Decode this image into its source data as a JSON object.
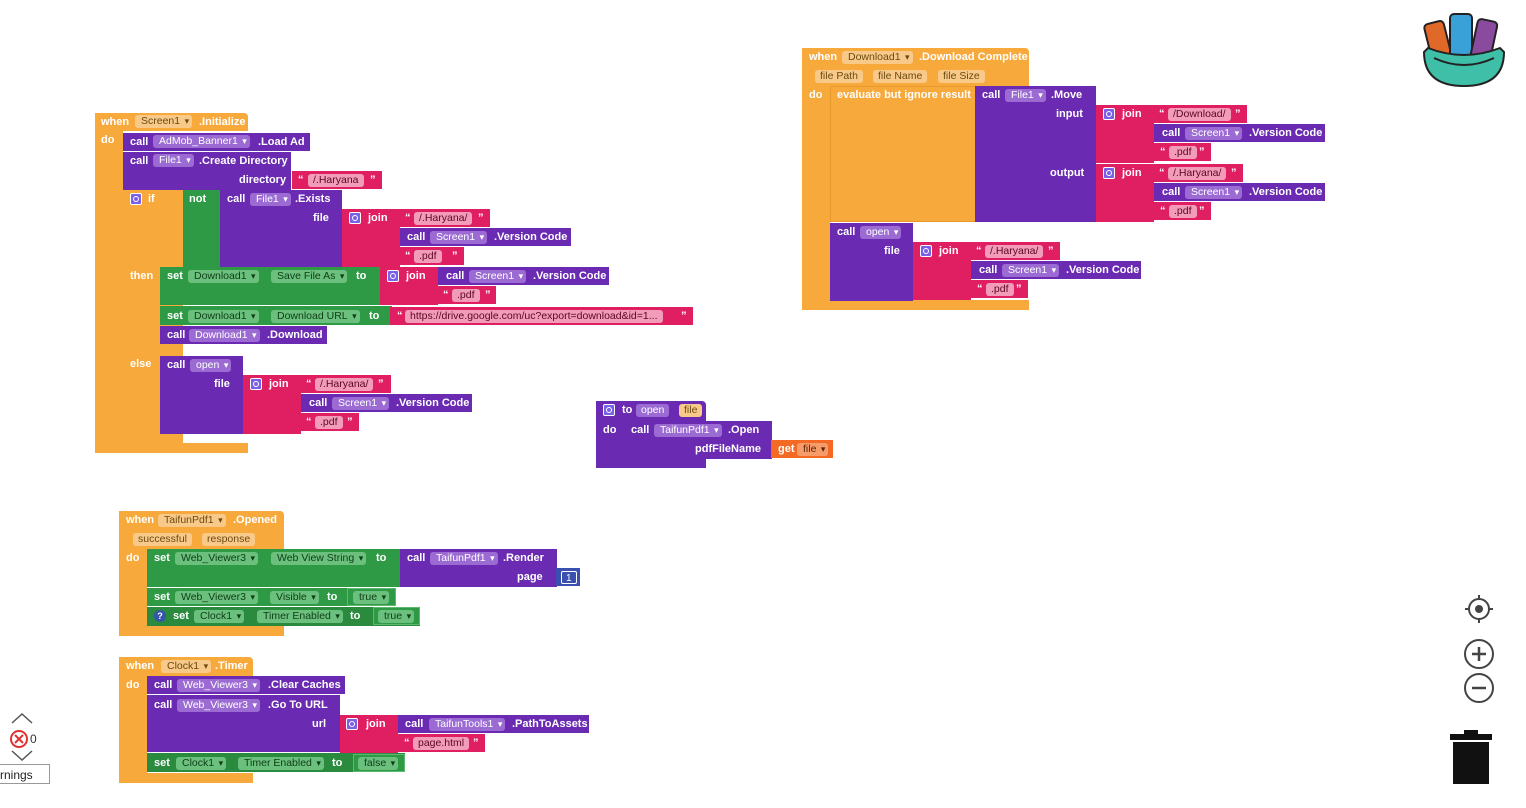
{
  "kw": {
    "when": "when",
    "do": "do",
    "call": "call",
    "set": "set",
    "to": "to",
    "if": "if",
    "not": "not",
    "then": "then",
    "else": "else",
    "join": "join",
    "get": "get",
    "true": "true",
    "false": "false",
    "evaluate": "evaluate but ignore result"
  },
  "block1": {
    "component": "Screen1",
    "event": ".Initialize",
    "admob": "AdMob_Banner1",
    "load_ad": ".Load Ad",
    "file1": "File1",
    "create_dir": ".Create Directory",
    "directory_label": "directory",
    "dir_value": "/.Haryana",
    "exists": ".Exists",
    "file_label": "file",
    "str_haryana": "/.Haryana/",
    "screen1": "Screen1",
    "version_code": ".Version Code",
    "str_pdf": ".pdf",
    "download1": "Download1",
    "save_file_as": "Save File As",
    "download_url": "Download URL",
    "url_value": "https://drive.google.com/uc?export=download&id=1...",
    "download": ".Download",
    "open": "open"
  },
  "block2": {
    "component": "Download1",
    "event": ".Download Complete",
    "params": [
      "file Path",
      "file Name",
      "file Size"
    ],
    "file1": "File1",
    "move": ".Move",
    "input_label": "input",
    "output_label": "output",
    "str_download": "/Download/",
    "str_haryana": "/.Haryana/",
    "screen1": "Screen1",
    "version_code": ".Version Code",
    "str_pdf": ".pdf",
    "open": "open",
    "file_label": "file"
  },
  "block3": {
    "proc": "open",
    "param": "file",
    "taifun": "TaifunPdf1",
    "open_method": ".Open",
    "pdf_label": "pdfFileName",
    "get_var": "file"
  },
  "block4": {
    "component": "TaifunPdf1",
    "event": ".Opened",
    "params": [
      "successful",
      "response"
    ],
    "viewer": "Web_Viewer3",
    "web_view_string": "Web View String",
    "taifun": "TaifunPdf1",
    "render": ".Render",
    "page_label": "page",
    "page_value": "1",
    "visible": "Visible",
    "clock": "Clock1",
    "timer_enabled": "Timer Enabled"
  },
  "block5": {
    "component": "Clock1",
    "event": ".Timer",
    "viewer": "Web_Viewer3",
    "clear_caches": ".Clear Caches",
    "go_to_url": ".Go To URL",
    "url_label": "url",
    "tools": "TaifunTools1",
    "path_to_assets": ".PathToAssets",
    "page_html": "page.html",
    "clock": "Clock1",
    "timer_enabled": "Timer Enabled"
  },
  "warnings": {
    "count": "0",
    "label": "rnings"
  },
  "colors": {
    "event": "#f7a93b",
    "component_method": "#6a2bb2",
    "text": "#e01f63",
    "control": "#2f9a45",
    "logic": "#2f9a45",
    "variable": "#f46a25",
    "math": "#3a4fb0"
  },
  "icons": [
    "backpack-icon",
    "target-icon",
    "zoom-in-icon",
    "zoom-out-icon",
    "trash-icon",
    "error-icon",
    "chevron-up-icon",
    "chevron-down-icon"
  ]
}
